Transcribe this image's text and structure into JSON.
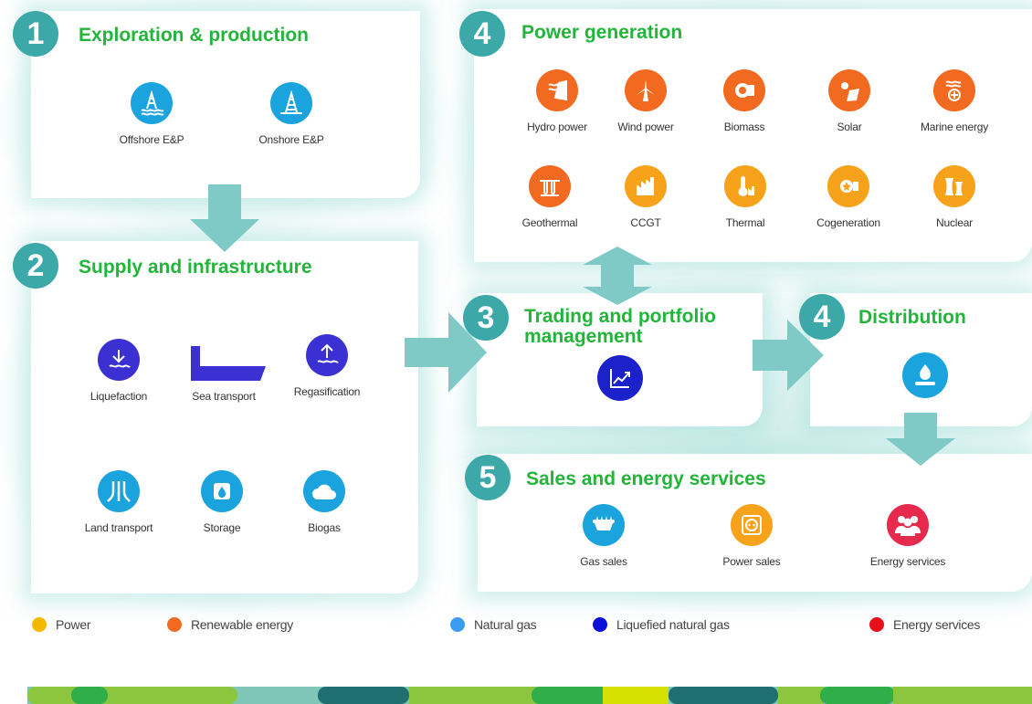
{
  "sections": {
    "exploration": {
      "number": "1",
      "title": "Exploration & production",
      "items": [
        "Offshore E&P",
        "Onshore E&P"
      ]
    },
    "supply": {
      "number": "2",
      "title": "Supply and infrastructure",
      "items": [
        "Liquefaction",
        "Sea transport",
        "Regasification",
        "Land transport",
        "Storage",
        "Biogas"
      ]
    },
    "power": {
      "number": "4",
      "title": "Power generation",
      "items": [
        "Hydro power",
        "Wind power",
        "Biomass",
        "Solar",
        "Marine energy",
        "Geothermal",
        "CCGT",
        "Thermal",
        "Cogeneration",
        "Nuclear"
      ]
    },
    "trading": {
      "number": "3",
      "title_line1": "Trading and portfolio",
      "title_line2": "management"
    },
    "distribution": {
      "number": "4",
      "title": "Distribution"
    },
    "sales": {
      "number": "5",
      "title": "Sales and energy services",
      "items": [
        "Gas sales",
        "Power sales",
        "Energy services"
      ]
    }
  },
  "legend": [
    {
      "label": "Power",
      "color": "#f5b800"
    },
    {
      "label": "Renewable energy",
      "color": "#f26a1f"
    },
    {
      "label": "Natural gas",
      "color": "#3c9cf0"
    },
    {
      "label": "Liquefied natural gas",
      "color": "#0a10d8"
    },
    {
      "label": "Energy services",
      "color": "#e8111b"
    }
  ],
  "colors": {
    "accent_green": "#23b43a",
    "badge_teal": "#3ca8a8",
    "arrow_teal": "#7fcac6"
  }
}
